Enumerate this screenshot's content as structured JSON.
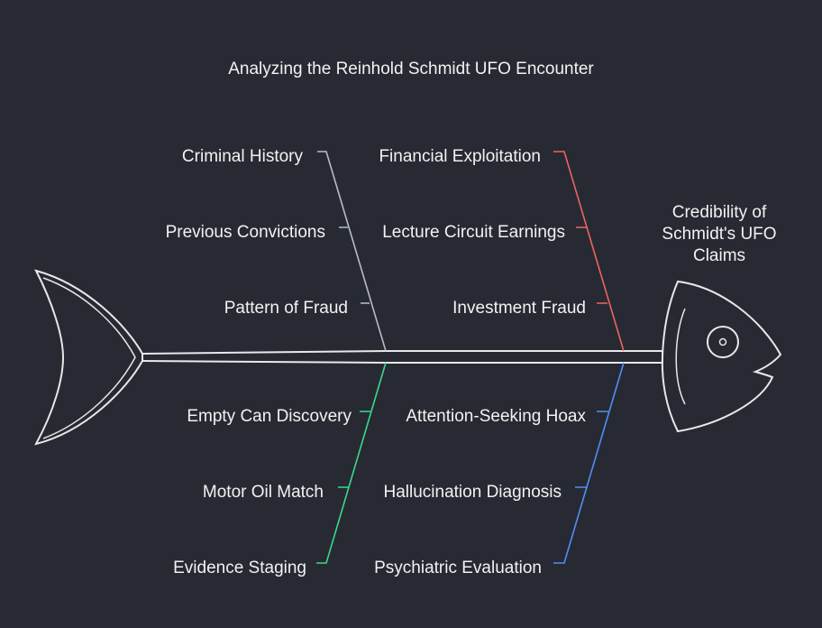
{
  "title": "Analyzing the Reinhold Schmidt UFO Encounter",
  "effect": "Credibility of Schmidt's UFO Claims",
  "branches": {
    "criminal": {
      "label": "Criminal History",
      "color": "#b9bcc4",
      "causes": [
        "Previous Convictions",
        "Pattern of Fraud"
      ]
    },
    "financial": {
      "label": "Financial Exploitation",
      "color": "#ef6461",
      "causes": [
        "Lecture Circuit Earnings",
        "Investment Fraud"
      ]
    },
    "evidence": {
      "label": "Evidence Staging",
      "color": "#38d98a",
      "causes": [
        "Empty Can Discovery",
        "Motor Oil Match"
      ]
    },
    "psychiatric": {
      "label": "Psychiatric Evaluation",
      "color": "#4f8ff7",
      "causes": [
        "Attention-Seeking Hoax",
        "Hallucination Diagnosis"
      ]
    }
  }
}
